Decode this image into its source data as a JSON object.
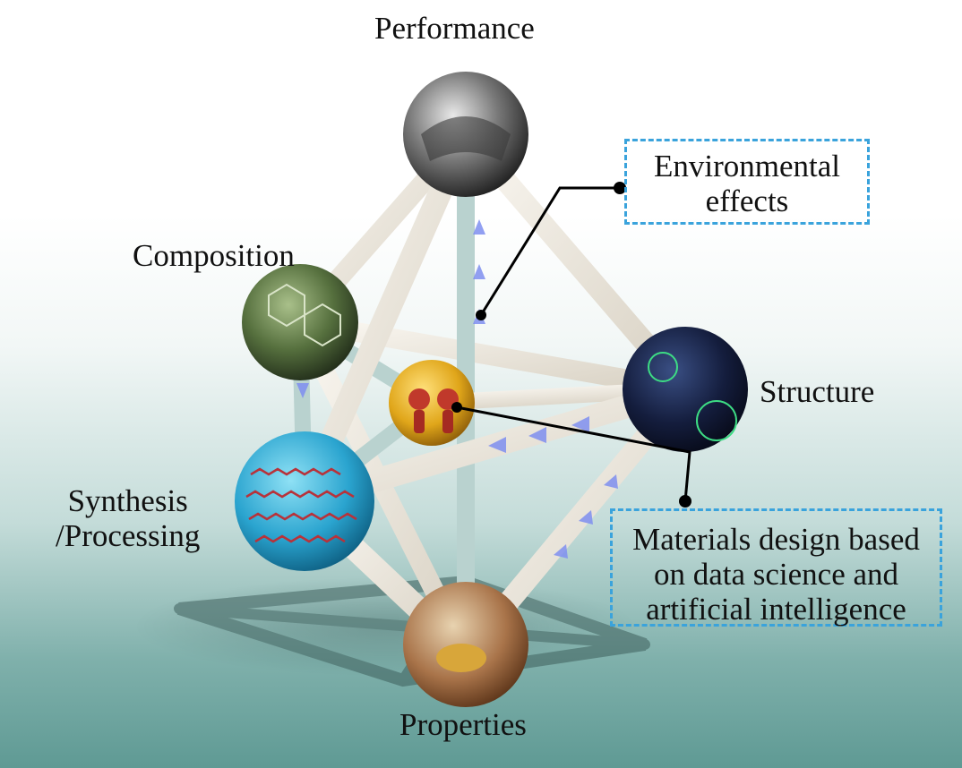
{
  "nodes": {
    "performance": "Performance",
    "composition": "Composition",
    "structure": "Structure",
    "synthesis_line1": "Synthesis",
    "synthesis_line2": "/Processing",
    "properties": "Properties"
  },
  "callouts": {
    "environmental_line1": "Environmental",
    "environmental_line2": "effects",
    "ai_line1": "Materials design based",
    "ai_line2": "on data science and",
    "ai_line3": "artificial intelligence"
  },
  "colors": {
    "callout_border": "#3aa3dc",
    "rod": "#ece6da",
    "axis_rod": "#b9d2cf",
    "arrow": "#7f8ff0",
    "background_bottom": "#5f9a94"
  }
}
